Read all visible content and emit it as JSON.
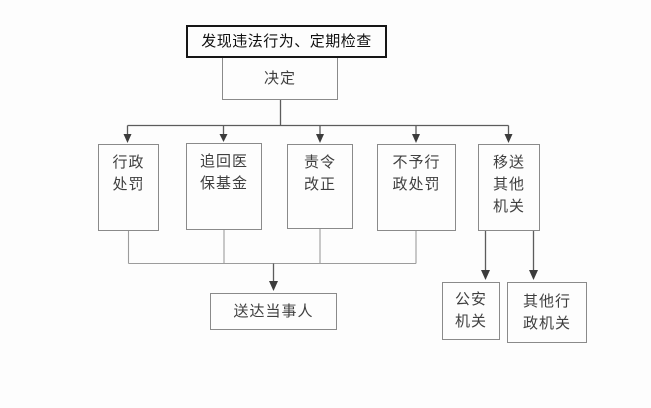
{
  "diagram": {
    "title": "发现违法行为、定期检查",
    "decision": "决定",
    "outcomes": [
      {
        "name": "administrative-penalty",
        "lines": [
          "行政",
          "处罚"
        ]
      },
      {
        "name": "recover-insurance-fund",
        "lines": [
          "追回医",
          "保基金"
        ]
      },
      {
        "name": "order-correction",
        "lines": [
          "责令",
          "改正"
        ]
      },
      {
        "name": "no-administrative-penalty",
        "lines": [
          "不予行",
          "政处罚"
        ]
      },
      {
        "name": "transfer-other-organ",
        "lines": [
          "移送",
          "其他",
          "机关"
        ]
      }
    ],
    "deliver": "送达当事人",
    "transfer_targets": [
      {
        "name": "public-security-organ",
        "lines": [
          "公安",
          "机关"
        ]
      },
      {
        "name": "other-administrative-organ",
        "lines": [
          "其他行",
          "政机关"
        ]
      }
    ],
    "colors": {
      "background": "#fdfdfd",
      "box_border": "#8a8a8a",
      "title_border": "#161616",
      "text": "#3f3f3f",
      "title_text": "#101010",
      "connector": "#9c9c9c",
      "arrow_line": "#5c5c5c",
      "arrowhead": "#3c3c3c"
    }
  }
}
